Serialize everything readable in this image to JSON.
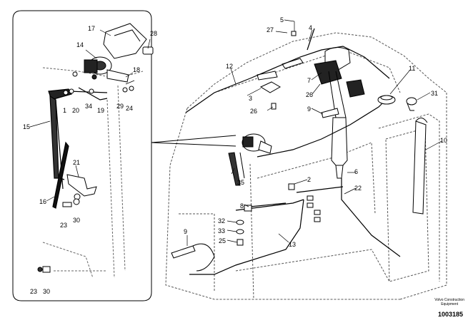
{
  "diagram": {
    "callouts": [
      "1",
      "2",
      "3",
      "4",
      "5",
      "6",
      "7",
      "8",
      "9",
      "9",
      "10",
      "11",
      "12",
      "13",
      "14",
      "15",
      "16",
      "17",
      "18",
      "19",
      "20",
      "21",
      "22",
      "23",
      "23",
      "24",
      "25",
      "26",
      "26",
      "27",
      "28",
      "29",
      "30",
      "30",
      "31",
      "32",
      "33",
      "34",
      "35"
    ]
  },
  "footer": {
    "brand_line1": "Volvo Construction",
    "brand_line2": "Equipment",
    "doc_number": "1003185"
  }
}
